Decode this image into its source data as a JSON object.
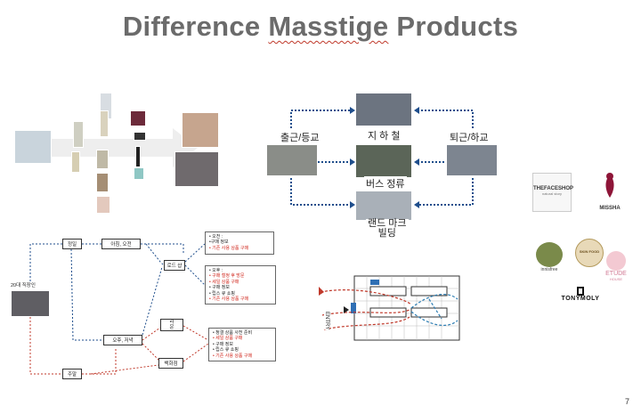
{
  "title": {
    "pre": "Difference ",
    "mid": "Masstige",
    "post": " Products"
  },
  "commute": {
    "left": "출근/등교",
    "right": "퇴근/하교",
    "top": "지 하 철",
    "mid": "버스 정류",
    "bottom": "랜드 마크\n빌딩"
  },
  "flow": {
    "start": "20대 직장인",
    "n1": "정일",
    "n2": "아침, 오전",
    "n3": "오후, 저녁",
    "n4": "로드 샵",
    "n5": "라\n운",
    "n6": "백화점",
    "n7": "주말",
    "list1": [
      "• 오전 :",
      "•구매 정보",
      "• 기존 사용 상품 구매"
    ],
    "list2": [
      "• 오후 :",
      "• 구매 철정 후 방문",
      "• 세일 상품 구매",
      "• 구매 정보",
      "• 립스 큐 쇼핑",
      "• 기존 사용 상품 구매"
    ],
    "list3": [
      "• 정결 상품 사전 준비",
      "• 세일 상품 구매",
      "• 구매 정보",
      "• 립스 큐 쇼핑",
      "• 기존 사용 상품 구매"
    ]
  },
  "store": {
    "sign": "ENTRY"
  },
  "brands": {
    "thefaceshop": "THEFACESHOP",
    "thefaceshop_sub": "natural story",
    "missha": "MISSHA",
    "innisfree": "innisfree",
    "skinfood": "SKIN FOOD",
    "etude": "ETUDE",
    "etude_sub": "HOUSE",
    "tonymoly": "TONYMOLY"
  },
  "page_number": "7",
  "colors": {
    "red": "#c0392b",
    "blue": "#1f4e8c",
    "title": "#6b6b6b"
  }
}
